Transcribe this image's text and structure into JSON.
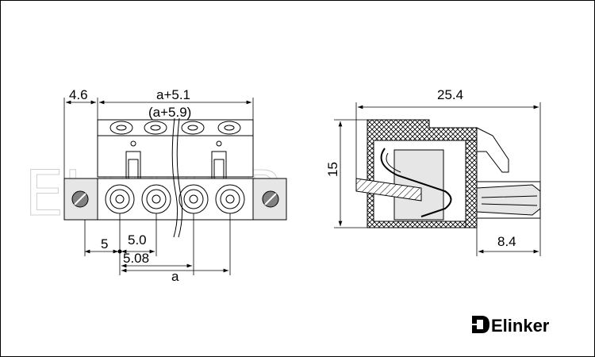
{
  "dimensions": {
    "top_left": "4.6",
    "top_width": "a+5.1",
    "top_width_alt": "(a+5.9)",
    "bottom_left": "5",
    "pitch_a": "5.0",
    "pitch_b": "5.08",
    "length_a": "a",
    "side_length": "25.4",
    "side_height": "15",
    "side_depth": "8.4"
  },
  "watermark": "ELINKER",
  "brand": {
    "name": "Elinker"
  },
  "colors": {
    "line": "#000000",
    "fill_gray": "#e6e6e6",
    "fill_dark": "#808080",
    "watermark": "#d0d0d0"
  }
}
